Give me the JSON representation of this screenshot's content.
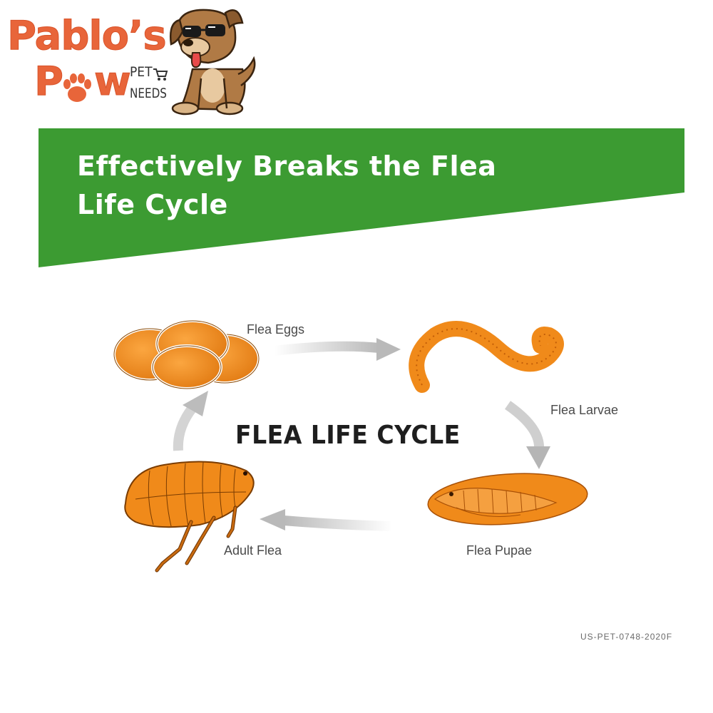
{
  "logo": {
    "line1": "Pablo’s",
    "line2": "P  w",
    "pet": "PET",
    "needs": "NEEDS"
  },
  "banner": {
    "title": "Effectively Breaks the Flea Life Cycle",
    "color": "#3c9b32"
  },
  "diagram": {
    "title": "FLEA LIFE CYCLE",
    "stages": {
      "eggs": "Flea Eggs",
      "larvae": "Flea Larvae",
      "pupae": "Flea Pupae",
      "adult": "Adult Flea"
    },
    "code": "US-PET-0748-2020F",
    "colors": {
      "orange": "#f08a1a",
      "dark_orange": "#c25e08",
      "arrow": "#c8c8c8"
    }
  }
}
